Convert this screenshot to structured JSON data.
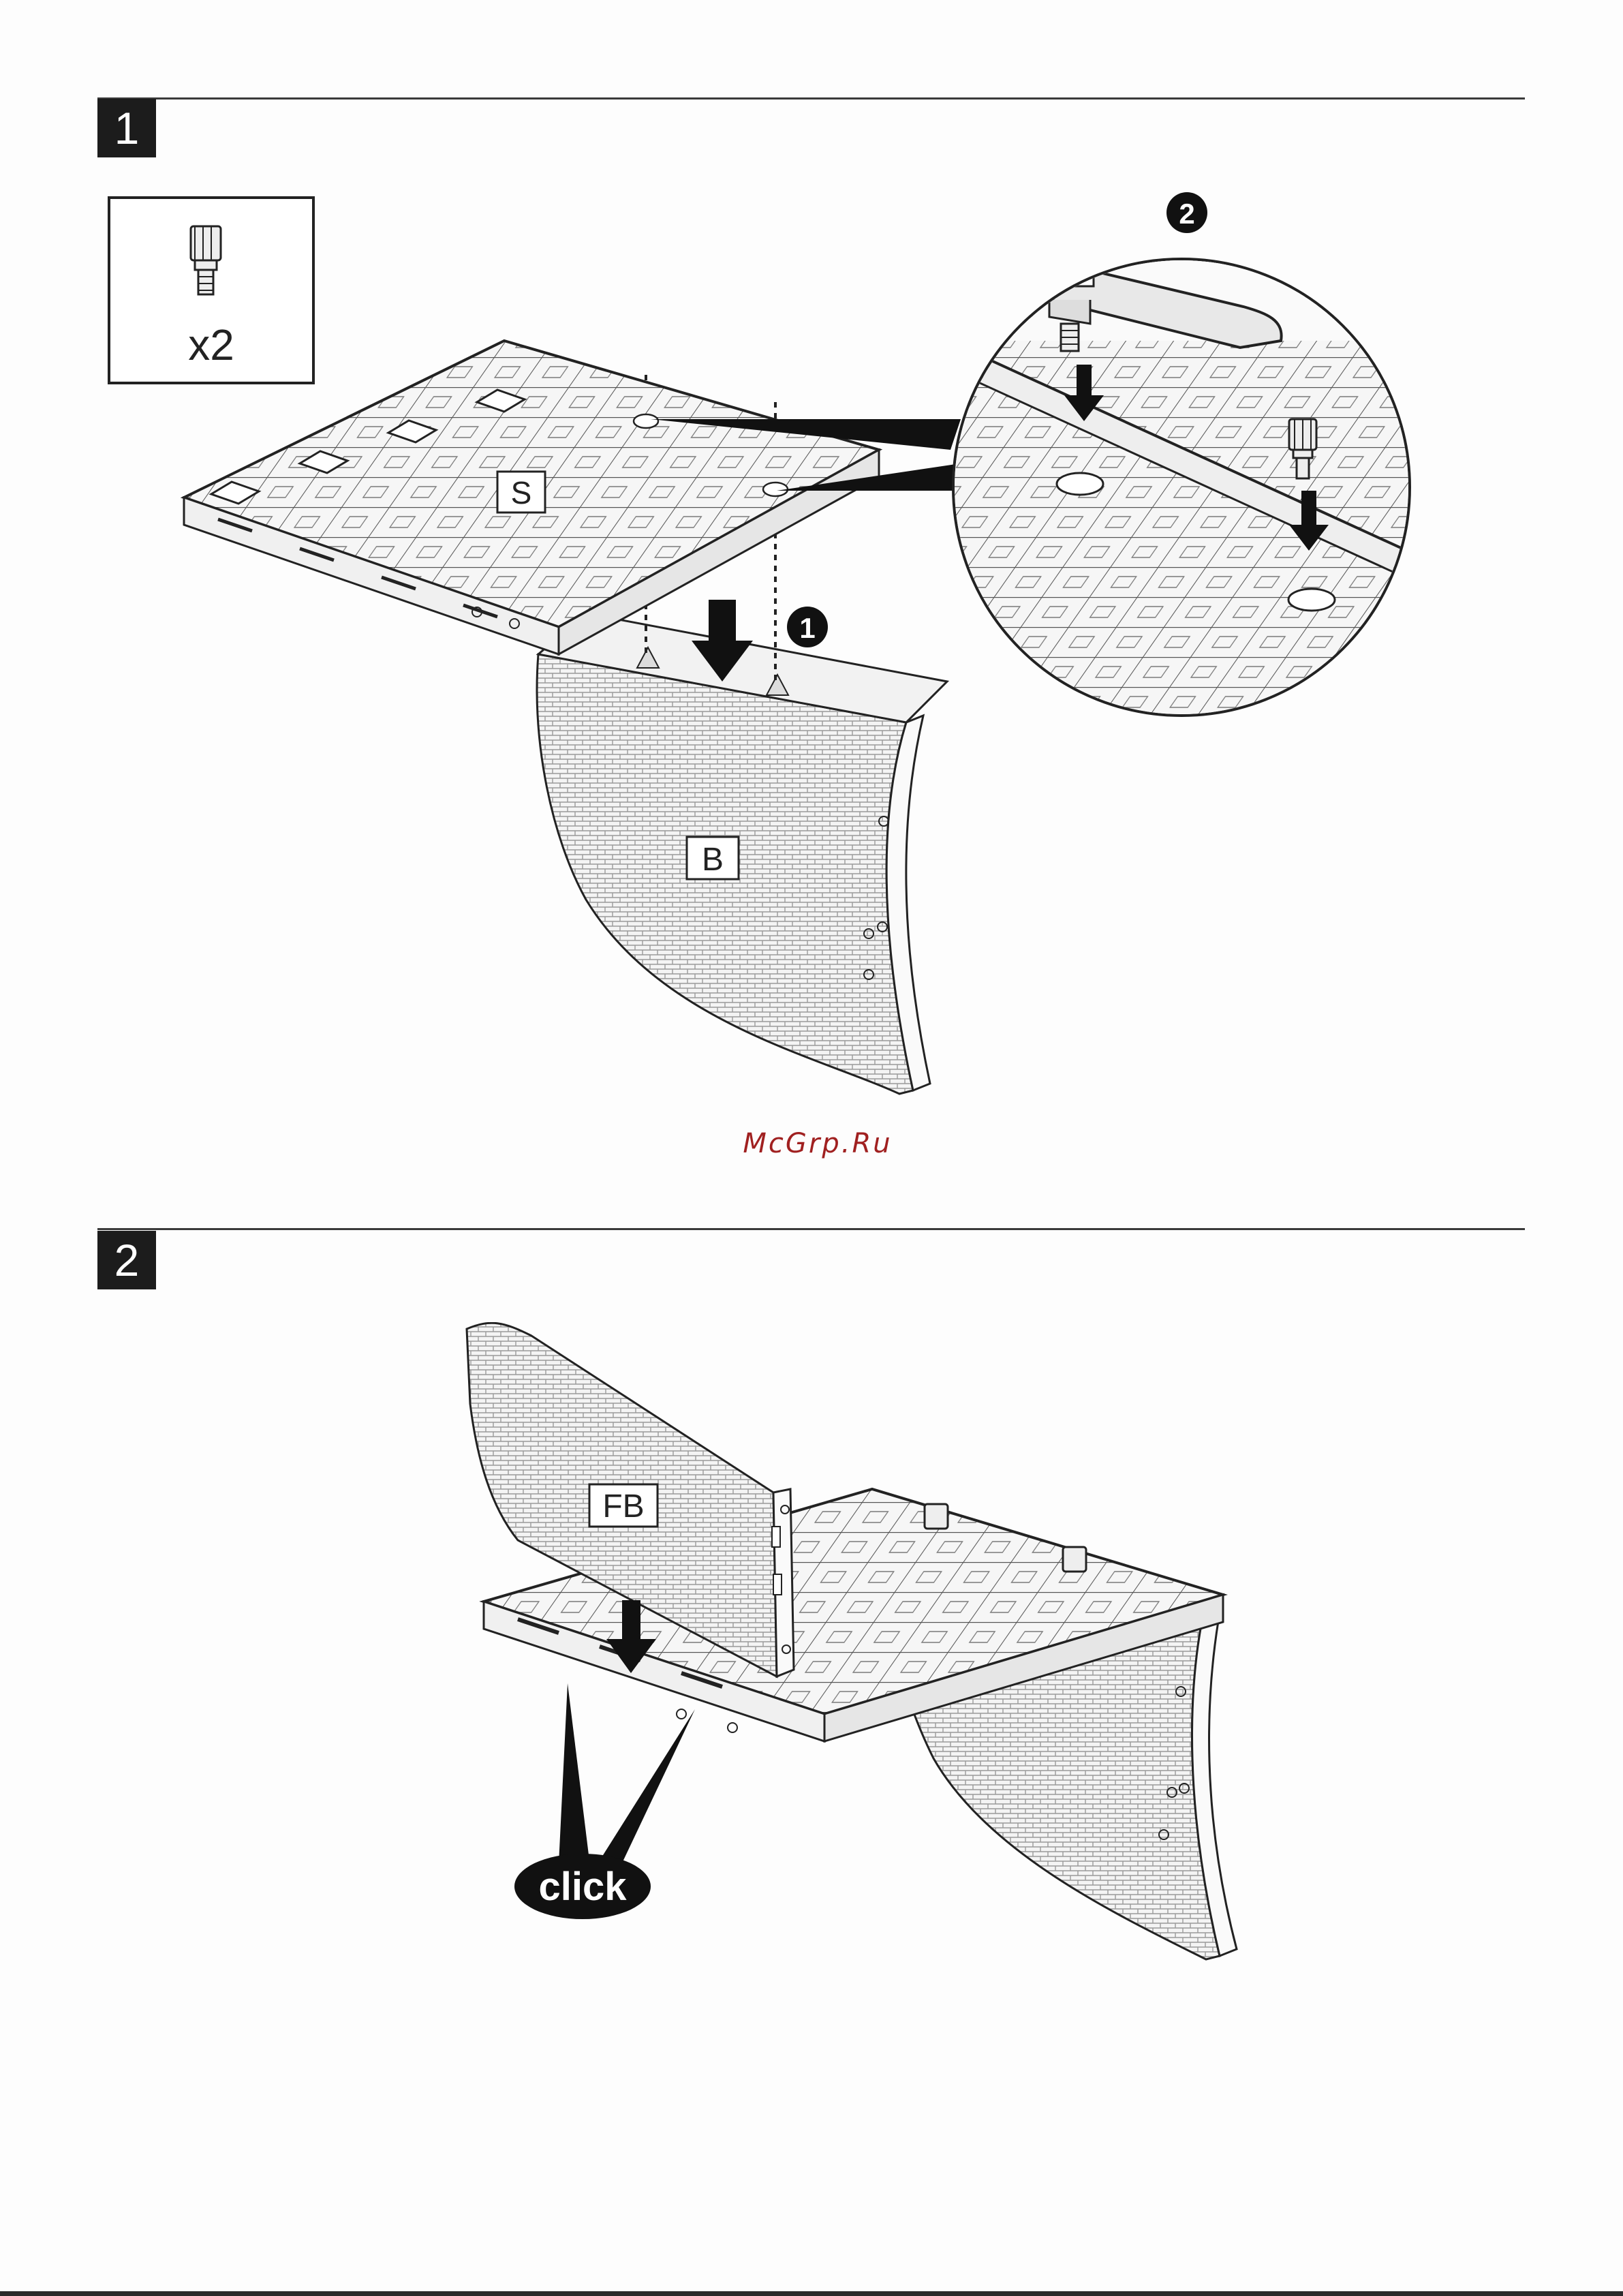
{
  "step1": {
    "number": "1",
    "parts_box": {
      "quantity": "x2",
      "icon": "pin-connector-icon"
    },
    "labels": {
      "top_part": "S",
      "bottom_part": "B"
    },
    "callout_1": "1",
    "callout_2": "2"
  },
  "watermark": "McGrp.Ru",
  "step2": {
    "number": "2",
    "labels": {
      "panel": "FB"
    },
    "click_label": "click"
  }
}
